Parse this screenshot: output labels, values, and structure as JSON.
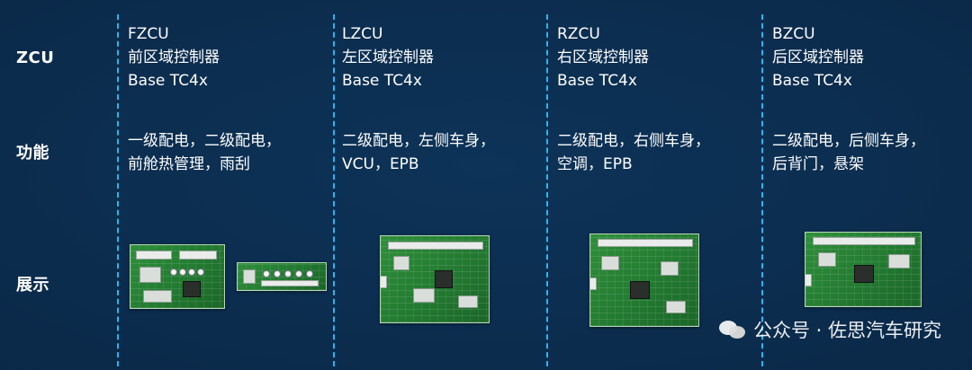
{
  "rows": {
    "zcu": "ZCU",
    "function": "功能",
    "showcase": "展示"
  },
  "columns": [
    {
      "name": "FZCU",
      "cn": "前区域控制器",
      "base": "Base TC4x",
      "functions": [
        "一级配电，二级配电，",
        "前舱热管理，雨刮"
      ]
    },
    {
      "name": "LZCU",
      "cn": "左区域控制器",
      "base": "Base TC4x",
      "functions": [
        "二级配电，左侧车身，",
        "VCU，EPB"
      ]
    },
    {
      "name": "RZCU",
      "cn": "右区域控制器",
      "base": "Base TC4x",
      "functions": [
        "二级配电，右侧车身，",
        "空调，EPB"
      ]
    },
    {
      "name": "BZCU",
      "cn": "后区域控制器",
      "base": "Base TC4x",
      "functions": [
        "二级配电，后侧车身，",
        "后背门，悬架"
      ]
    }
  ],
  "watermark": {
    "text": "公众号 · 佐思汽车研究",
    "icon": "wechat-icon"
  },
  "colors": {
    "background": "#0b2a4a",
    "separator": "#2ec5ff",
    "text": "#ffffff",
    "pcb_green": "#2f8f3b"
  }
}
